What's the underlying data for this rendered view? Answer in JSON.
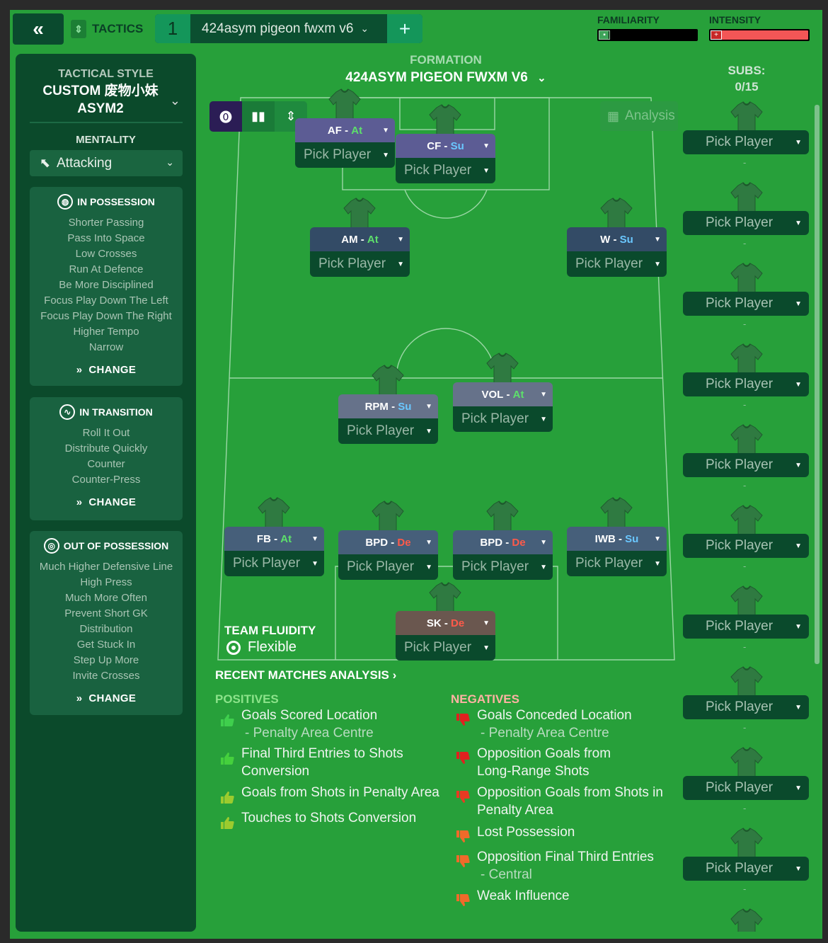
{
  "topbar": {
    "back_icon": "«",
    "tactics_label": "TACTICS",
    "tactic_number": "1",
    "tactic_name": "424asym pigeon fwxm v6",
    "add_icon": "+",
    "familiarity_label": "FAMILIARITY",
    "familiarity_level": 0.1,
    "intensity_label": "INTENSITY",
    "intensity_level": 1.0
  },
  "left": {
    "style_title": "TACTICAL STYLE",
    "style_name_1": "CUSTOM 废物小妹",
    "style_name_2": "ASYM2",
    "mentality_title": "MENTALITY",
    "mentality_value": "Attacking",
    "in_possession": {
      "title": "IN POSSESSION",
      "items": [
        "Shorter Passing",
        "Pass Into Space",
        "Low Crosses",
        "Run At Defence",
        "Be More Disciplined",
        "Focus Play Down The Left",
        "Focus Play Down The Right",
        "Higher Tempo",
        "Narrow"
      ],
      "change": "CHANGE"
    },
    "in_transition": {
      "title": "IN TRANSITION",
      "items": [
        "Roll It Out",
        "Distribute Quickly",
        "Counter",
        "Counter-Press"
      ],
      "change": "CHANGE"
    },
    "out_of_possession": {
      "title": "OUT OF POSSESSION",
      "items": [
        "Much Higher Defensive Line",
        "High Press",
        "Much More Often",
        "Prevent Short GK",
        "Distribution",
        "Get Stuck In",
        "Step Up More",
        "Invite Crosses"
      ],
      "change": "CHANGE"
    }
  },
  "formation": {
    "label": "FORMATION",
    "name": "424ASYM PIGEON FWXM V6",
    "analysis_label": "Analysis",
    "pick_label": "Pick Player",
    "players": [
      {
        "role": "AF",
        "duty": "At"
      },
      {
        "role": "CF",
        "duty": "Su"
      },
      {
        "role": "AM",
        "duty": "At"
      },
      {
        "role": "W",
        "duty": "Su"
      },
      {
        "role": "RPM",
        "duty": "Su"
      },
      {
        "role": "VOL",
        "duty": "At"
      },
      {
        "role": "FB",
        "duty": "At"
      },
      {
        "role": "BPD",
        "duty": "De"
      },
      {
        "role": "BPD",
        "duty": "De"
      },
      {
        "role": "IWB",
        "duty": "Su"
      },
      {
        "role": "SK",
        "duty": "De"
      }
    ]
  },
  "subs": {
    "label": "SUBS:",
    "count": "0/15",
    "pick_label": "Pick Player",
    "dash": "-"
  },
  "fluidity": {
    "title": "TEAM FLUIDITY",
    "value": "Flexible"
  },
  "analysis": {
    "title": "RECENT MATCHES ANALYSIS",
    "positives_title": "POSITIVES",
    "negatives_title": "NEGATIVES",
    "positives": [
      {
        "line1": "Goals Scored Location",
        "line2": "- Penalty Area Centre"
      },
      {
        "line1": "Final Third Entries to Shots",
        "line2": "Conversion"
      },
      {
        "line1": "Goals from Shots in Penalty Area",
        "line2": ""
      },
      {
        "line1": "Touches to Shots Conversion",
        "line2": ""
      }
    ],
    "negatives": [
      {
        "line1": "Goals Conceded Location",
        "line2": "- Penalty Area Centre"
      },
      {
        "line1": "Opposition Goals from",
        "line2": "Long-Range Shots"
      },
      {
        "line1": "Opposition Goals from Shots in",
        "line2": "Penalty Area"
      },
      {
        "line1": "Lost Possession",
        "line2": ""
      },
      {
        "line1": "Opposition Final Third Entries",
        "line2": "- Central"
      },
      {
        "line1": "Weak Influence",
        "line2": ""
      }
    ]
  },
  "colors": {
    "pitch": "#27a03a",
    "panel": "#0b4a2b",
    "accent": "#14965a",
    "positive": "#8ce38a",
    "negative": "#ffb3a3"
  }
}
